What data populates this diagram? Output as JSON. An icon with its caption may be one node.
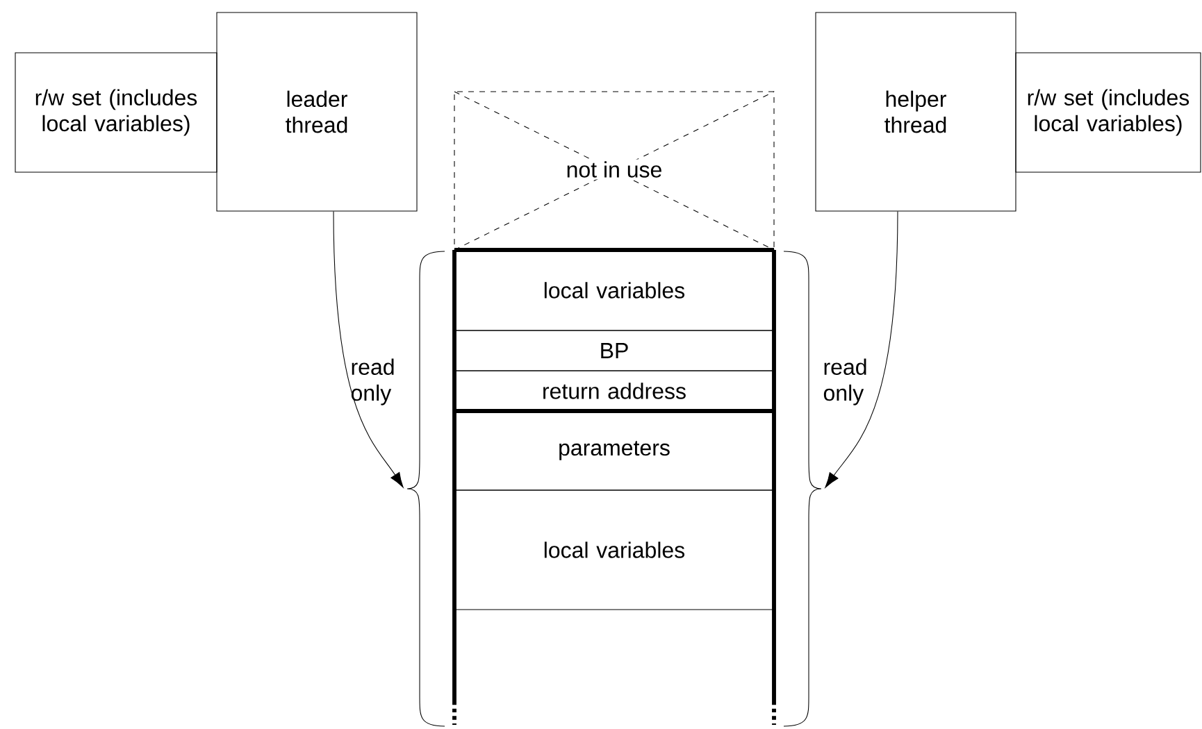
{
  "diagram": {
    "nodes": [
      {
        "text": [
          "r/w set (includes local variables)"
        ]
      },
      {
        "text": [
          "leader thread"
        ]
      },
      {
        "text": [
          "helper thread"
        ]
      },
      {
        "text": [
          "r/w set (includes local variables)"
        ]
      },
      {
        "text": [
          "not in use"
        ]
      },
      {
        "text": [
          "local variables"
        ]
      },
      {
        "text": [
          "BP"
        ]
      },
      {
        "text": [
          "return address"
        ]
      },
      {
        "text": [
          "parameters"
        ]
      },
      {
        "text": [
          "local variables"
        ]
      },
      {
        "text": [],
        "shape": "brace"
      },
      {
        "text": [],
        "shape": "brace"
      }
    ],
    "edges": [
      {
        "from": 1,
        "to": 10,
        "arrow": "to",
        "label": "read only"
      },
      {
        "from": 2,
        "to": 11,
        "arrow": "to",
        "label": "read only"
      }
    ]
  }
}
